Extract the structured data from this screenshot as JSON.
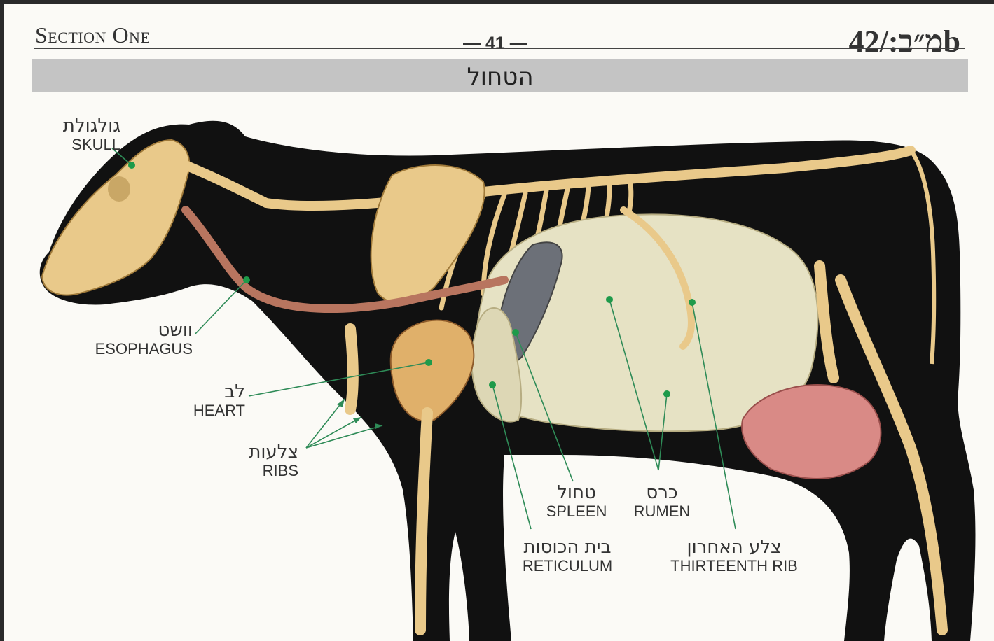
{
  "header": {
    "section": "Section One",
    "page_number": "— 41 —",
    "reference": "מ״ב:/42b"
  },
  "title": "הטחול",
  "labels": {
    "skull": {
      "he": "גולגולת",
      "en": "SKULL"
    },
    "esophagus": {
      "he": "וושט",
      "en": "ESOPHAGUS"
    },
    "heart": {
      "he": "לב",
      "en": "HEART"
    },
    "ribs": {
      "he": "צלעות",
      "en": "RIBS"
    },
    "spleen": {
      "he": "טחול",
      "en": "SPLEEN"
    },
    "rumen": {
      "he": "כרס",
      "en": "RUMEN"
    },
    "reticulum": {
      "he": "בית הכוסות",
      "en": "RETICULUM"
    },
    "thirteenth_rib": {
      "he": "צלע האחרון",
      "en": "THIRTEENTH RIB"
    }
  },
  "colors": {
    "silhouette": "#111111",
    "bone": "#e9c98a",
    "rumen": "#e6e2c4",
    "spleen": "#6c7078",
    "udder": "#d98a86",
    "leader": "#2e8b57",
    "title_bar": "#c4c4c4"
  }
}
